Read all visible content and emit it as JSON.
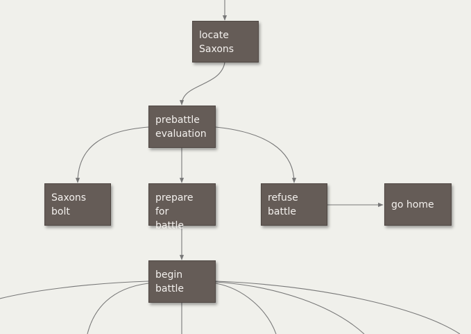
{
  "diagram": {
    "nodes": {
      "locate_saxons": "locate\nSaxons",
      "prebattle_evaluation": "prebattle\nevaluation",
      "saxons_bolt": "Saxons bolt",
      "prepare_for_battle": "prepare for\nbattle",
      "refuse_battle": "refuse\nbattle",
      "go_home": "go home",
      "begin_battle": "begin\nbattle"
    },
    "edges": [
      [
        "(offscreen)",
        "locate_saxons"
      ],
      [
        "locate_saxons",
        "prebattle_evaluation"
      ],
      [
        "prebattle_evaluation",
        "saxons_bolt"
      ],
      [
        "prebattle_evaluation",
        "prepare_for_battle"
      ],
      [
        "prebattle_evaluation",
        "refuse_battle"
      ],
      [
        "refuse_battle",
        "go_home"
      ],
      [
        "prepare_for_battle",
        "begin_battle"
      ],
      [
        "begin_battle",
        "(offscreen)"
      ]
    ],
    "colors": {
      "background": "#f0f0eb",
      "node_fill": "#655c57",
      "node_text": "#f4f1ee",
      "edge": "#777777"
    }
  }
}
